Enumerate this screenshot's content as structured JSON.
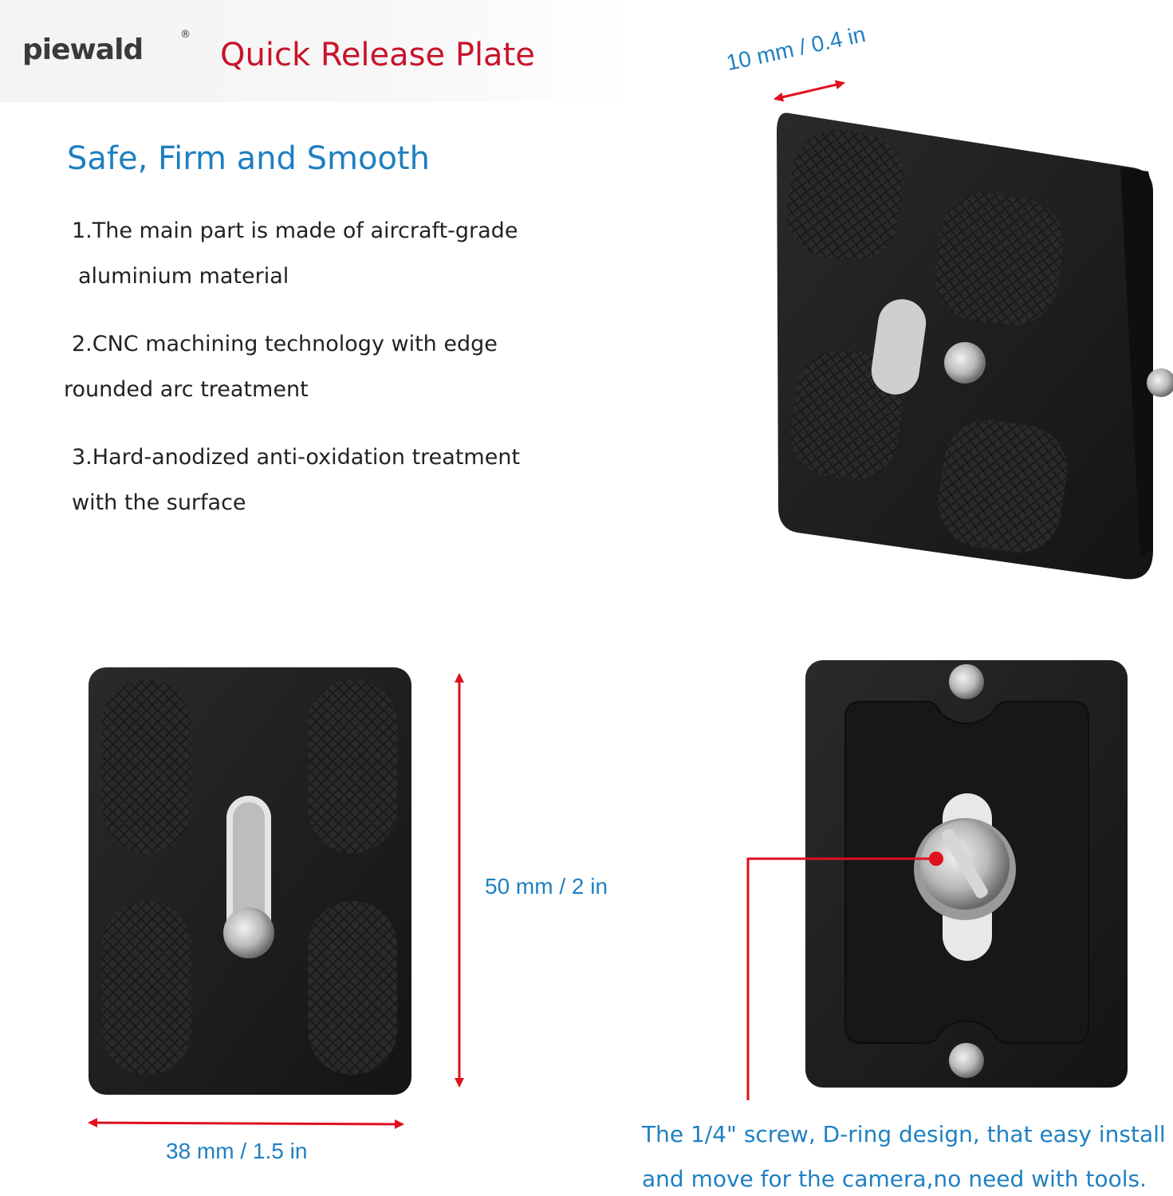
{
  "header": {
    "brand": "piewald",
    "registered_mark": "®",
    "title": "Quick Release Plate"
  },
  "features": {
    "heading": "Safe, Firm and Smooth",
    "items": [
      {
        "line1": "1.The main part is made of aircraft-grade",
        "line2": "aluminium material"
      },
      {
        "line1": "2.CNC machining technology with edge",
        "line2": "rounded arc treatment"
      },
      {
        "line1": "3.Hard-anodized anti-oxidation treatment",
        "line2": "with the surface"
      }
    ]
  },
  "dimensions": {
    "thickness": "10 mm / 0.4 in",
    "height": "50 mm / 2 in",
    "width": "38 mm / 1.5 in"
  },
  "caption": {
    "line1": "The 1/4\" screw, D-ring design, that easy install",
    "line2": "and move for the camera,no need with tools."
  },
  "colors": {
    "title_red": "#c8142c",
    "accent_blue": "#1e7fc0",
    "arrow_red": "#e0101e",
    "plate_black": "#1c1c1e"
  }
}
